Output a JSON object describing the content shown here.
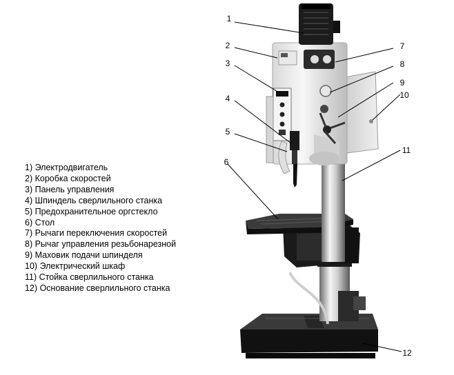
{
  "legend": [
    {
      "number": "1)",
      "label": "Электродвигатель"
    },
    {
      "number": "2)",
      "label": "Коробка скоростей"
    },
    {
      "number": "3)",
      "label": "Панель управления"
    },
    {
      "number": "4)",
      "label": "Шпиндель сверлильного станка"
    },
    {
      "number": "5)",
      "label": "Предохранительное оргстекло"
    },
    {
      "number": "6)",
      "label": "Стол"
    },
    {
      "number": "7)",
      "label": "Рычаги переключения скоростей"
    },
    {
      "number": "8)",
      "label": "Рычаг управления резьбонарезной"
    },
    {
      "number": "9)",
      "label": "Маховик подачи шпинделя"
    },
    {
      "number": "10)",
      "label": "Электрический шкаф"
    },
    {
      "number": "11)",
      "label": "Стойка сверлильного станка"
    },
    {
      "number": "12)",
      "label": "Основание сверлильного станка"
    }
  ],
  "callouts": [
    "1",
    "2",
    "3",
    "4",
    "5",
    "6",
    "7",
    "8",
    "9",
    "10",
    "11",
    "12"
  ]
}
